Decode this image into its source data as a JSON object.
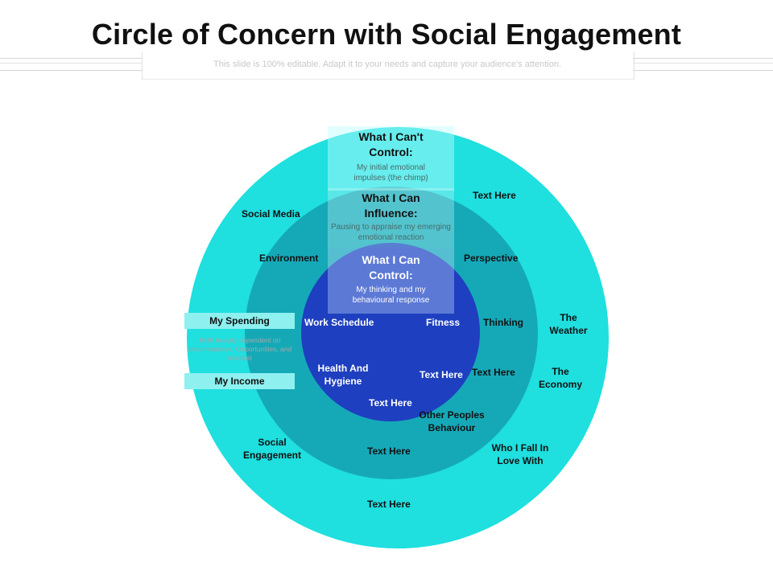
{
  "title": "Circle of Concern with Social Engagement",
  "subtitle": "This slide is 100% editable. Adapt it to your needs and capture your audience's attention.",
  "colors": {
    "outer_circle": "#1fdfdf",
    "middle_circle": "#15a9b8",
    "inner_circle": "#1e3fbf"
  },
  "columns": {
    "cant_control": {
      "title": "What I Can't Control:",
      "desc": "My initial emotional impulses (the chimp)"
    },
    "can_influence": {
      "title": "What I Can Influence:",
      "desc": "Pausing to appraise my emerging emotional reaction"
    },
    "can_control": {
      "title": "What I Can Control:",
      "desc": "My thinking and my behavioural response"
    }
  },
  "outer_labels": {
    "social_media": "Social Media",
    "text_here_top": "Text Here",
    "the_weather": "The Weather",
    "the_economy": "The Economy",
    "social_engagement": "Social Engagement",
    "who_i_fall_in_love_with": "Who I Fall In Love With",
    "text_here_bottom": "Text Here"
  },
  "middle_labels": {
    "environment": "Environment",
    "perspective": "Perspective",
    "thinking": "Thinking",
    "text_here_right": "Text Here",
    "other_peoples_behaviour": "Other Peoples Behaviour",
    "text_here_bottom": "Text Here"
  },
  "inner_labels": {
    "work_schedule": "Work Schedule",
    "fitness": "Fitness",
    "health_and_hygiene": "Health And Hygiene",
    "text_here_right": "Text Here",
    "text_here_bottom": "Text Here"
  },
  "side": {
    "my_spending": "My Spending",
    "note": "Both heavily dependent on circumstances, Opportunities, and mindset",
    "my_income": "My Income"
  }
}
